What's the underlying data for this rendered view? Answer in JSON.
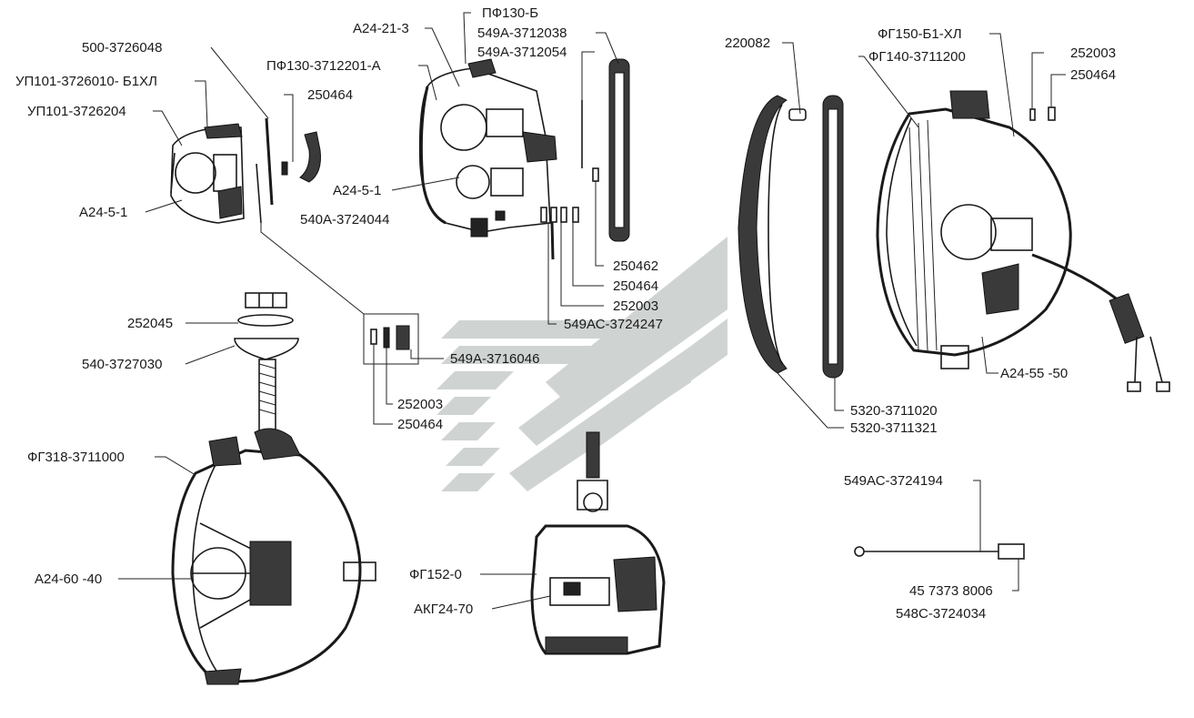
{
  "labels": {
    "l_500_3726048": "500-3726048",
    "l_up101_b1hl": "УП101-3726010- Б1ХЛ",
    "l_up101_3726204": "УП101-3726204",
    "l_a24_5_1_left": "А24-5-1",
    "l_a24_21_3": "А24-21-3",
    "l_pf130_3712201": "ПФ130-3712201-А",
    "l_250464_a": "250464",
    "l_pf130_b": "ПФ130-Б",
    "l_549a_3712038": "549А-3712038",
    "l_549a_3712054": "549А-3712054",
    "l_a24_5_1_mid": "А24-5-1",
    "l_540a_3724044": "540А-3724044",
    "l_250462": "250462",
    "l_250464_b": "250464",
    "l_252003_a": "252003",
    "l_549ac_3724247": "549АС-3724247",
    "l_220082": "220082",
    "l_fg150": "ФГ150-Б1-ХЛ",
    "l_fg140": "ФГ140-3711200",
    "l_252003_b": "252003",
    "l_250464_c": "250464",
    "l_252045": "252045",
    "l_540_3727030": "540-3727030",
    "l_549a_3716046": "549А-3716046",
    "l_252003_c": "252003",
    "l_250464_d": "250464",
    "l_a24_55_50": "А24-55 -50",
    "l_5320_3711020": "5320-3711020",
    "l_5320_3711321": "5320-3711321",
    "l_fg318": "ФГ318-3711000",
    "l_a24_60_40": "А24-60 -40",
    "l_fg152": "ФГ152-0",
    "l_akg24_70": "АКГ24-70",
    "l_549ac_3724194": "549АС-3724194",
    "l_45_7373": "45 7373 8006",
    "l_548c_3724034": "548С-3724034"
  }
}
